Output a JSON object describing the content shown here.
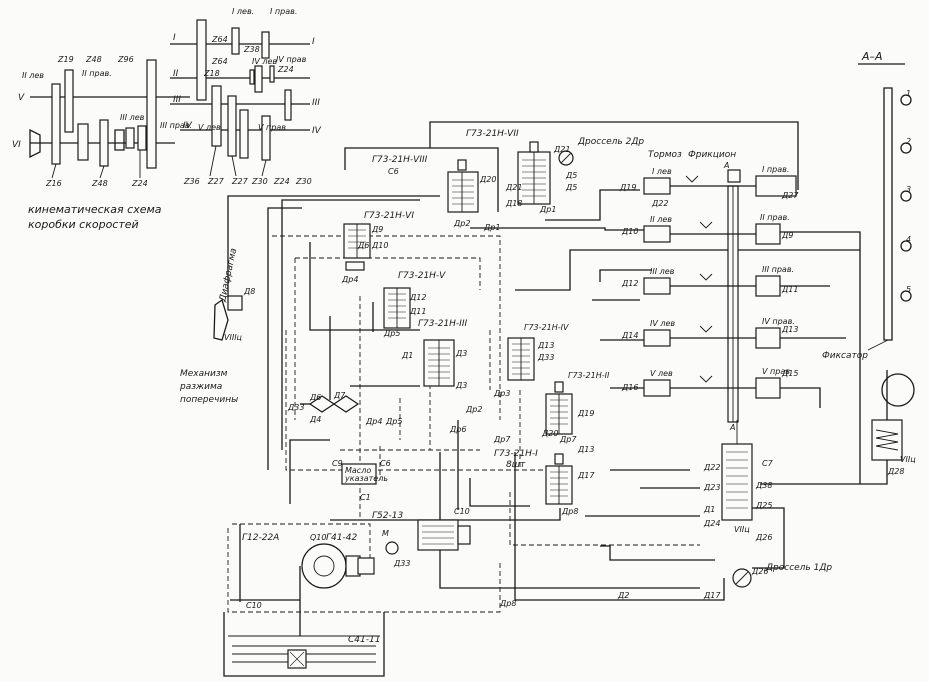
{
  "kinematic": {
    "caption_line1": "кинематическая схема",
    "caption_line2": "коробки скоростей",
    "shafts": [
      "I",
      "II",
      "III",
      "IV",
      "V",
      "VI"
    ],
    "gears": [
      "Z19",
      "Z48",
      "Z96",
      "Z64",
      "Z64",
      "Z38",
      "Z24",
      "Z18",
      "Z16",
      "Z48",
      "Z24",
      "Z36",
      "Z27",
      "Z27",
      "Z30",
      "Z24",
      "Z30"
    ],
    "clutch_labels": [
      "I лев.",
      "I прав.",
      "II лев",
      "II прав.",
      "III лев",
      "III прав.",
      "IV лев",
      "IV прав",
      "V лев",
      "V прав"
    ]
  },
  "section": {
    "title": "A–A",
    "fixator": "Фиксатор",
    "positions": [
      "1",
      "2",
      "3",
      "4",
      "5"
    ]
  },
  "diaphragm": "Диафрагма",
  "mechanism_line1": "Механизм",
  "mechanism_line2": "разжима",
  "mechanism_line3": "поперечины",
  "valves": {
    "v7": "Г73-21Н-VII",
    "v8": "Г73-21Н-VIII",
    "v6": "Г73-21Н-VI",
    "v5": "Г73-21Н-V",
    "v3": "Г73-21Н-III",
    "v4": "Г73-21Н-IV",
    "v2": "Г73-21Н-II",
    "v1": "Г73-21Н-I",
    "v1_note": "8шт"
  },
  "throttle2": "Дроссель 2Др",
  "throttle1": "Дроссель 1Др",
  "brake": "Тормоз",
  "friction": "Фрикцион",
  "pump": "Г12-22А",
  "valve_relief": "Г41-42",
  "filter": "Г52-13",
  "tank_filter": "С41-11",
  "oil_indicator_line1": "Масло",
  "oil_indicator_line2": "указатель",
  "distributor": "VIIц",
  "cylinder_v8": "VIIIц",
  "cylinder_v7": "VIIц",
  "drains": [
    "Др1",
    "Др2",
    "Др3",
    "Др4",
    "Др5",
    "Др6",
    "Др7",
    "Др8"
  ],
  "ports": [
    "Д1",
    "Д2",
    "Д3",
    "Д4",
    "Д5",
    "Д6",
    "Д7",
    "Д8",
    "Д9",
    "Д10",
    "Д11",
    "Д12",
    "Д13",
    "Д14",
    "Д15",
    "Д16",
    "Д17",
    "Д18",
    "Д19",
    "Д20",
    "Д21",
    "Д22",
    "Д23",
    "Д24",
    "Д25",
    "Д26",
    "Д27",
    "Д28",
    "Д33",
    "Д38"
  ],
  "cylinders_left": [
    "I лев",
    "II лев",
    "III лев",
    "IV лев",
    "V лев"
  ],
  "cylinders_right": [
    "I прав.",
    "II прав.",
    "III прав.",
    "IV прав.",
    "V прав."
  ],
  "misc": {
    "A": "A",
    "M": "M",
    "C10": "С10",
    "C1": "С1",
    "C6": "С6",
    "C7": "С7",
    "C9": "С9",
    "Q10": "Q10"
  }
}
